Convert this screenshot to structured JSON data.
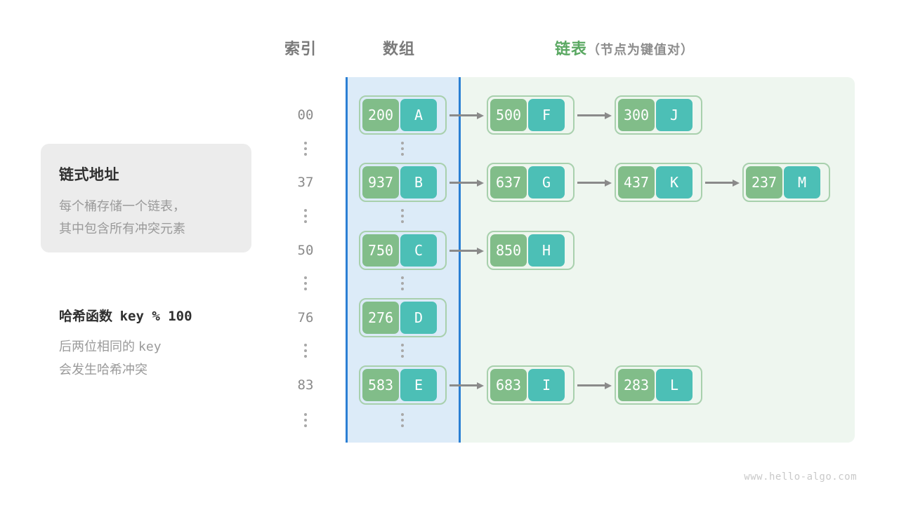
{
  "headers": {
    "index": "索引",
    "array": "数组",
    "list_main": "链表",
    "list_note": "（节点为键值对）"
  },
  "info_card": {
    "title": "链式地址",
    "line1": "每个桶存储一个链表，",
    "line2": "其中包含所有冲突元素"
  },
  "hash_note": {
    "title_cn": "哈希函数",
    "title_expr": "key % 100",
    "line1_cn": "后两位相同的",
    "line1_mono": "key",
    "line2": "会发生哈希冲突"
  },
  "colors": {
    "key_green": "#81bd89",
    "value_teal": "#4cbfb6",
    "node_border": "#a8d0ad",
    "array_bg": "#dcebf8",
    "array_border": "#2b7fd4",
    "list_bg": "#eef6ef",
    "accent_green": "#5aa862",
    "arrow_gray": "#8a8a8a"
  },
  "buckets": [
    {
      "index": "00",
      "nodes": [
        {
          "key": "200",
          "value": "A"
        },
        {
          "key": "500",
          "value": "F"
        },
        {
          "key": "300",
          "value": "J"
        }
      ]
    },
    {
      "index": "37",
      "nodes": [
        {
          "key": "937",
          "value": "B"
        },
        {
          "key": "637",
          "value": "G"
        },
        {
          "key": "437",
          "value": "K"
        },
        {
          "key": "237",
          "value": "M"
        }
      ]
    },
    {
      "index": "50",
      "nodes": [
        {
          "key": "750",
          "value": "C"
        },
        {
          "key": "850",
          "value": "H"
        }
      ]
    },
    {
      "index": "76",
      "nodes": [
        {
          "key": "276",
          "value": "D"
        }
      ]
    },
    {
      "index": "83",
      "nodes": [
        {
          "key": "583",
          "value": "E"
        },
        {
          "key": "683",
          "value": "I"
        },
        {
          "key": "283",
          "value": "L"
        }
      ]
    }
  ],
  "ellipsis_symbol": "⋮",
  "watermark": "www.hello-algo.com"
}
